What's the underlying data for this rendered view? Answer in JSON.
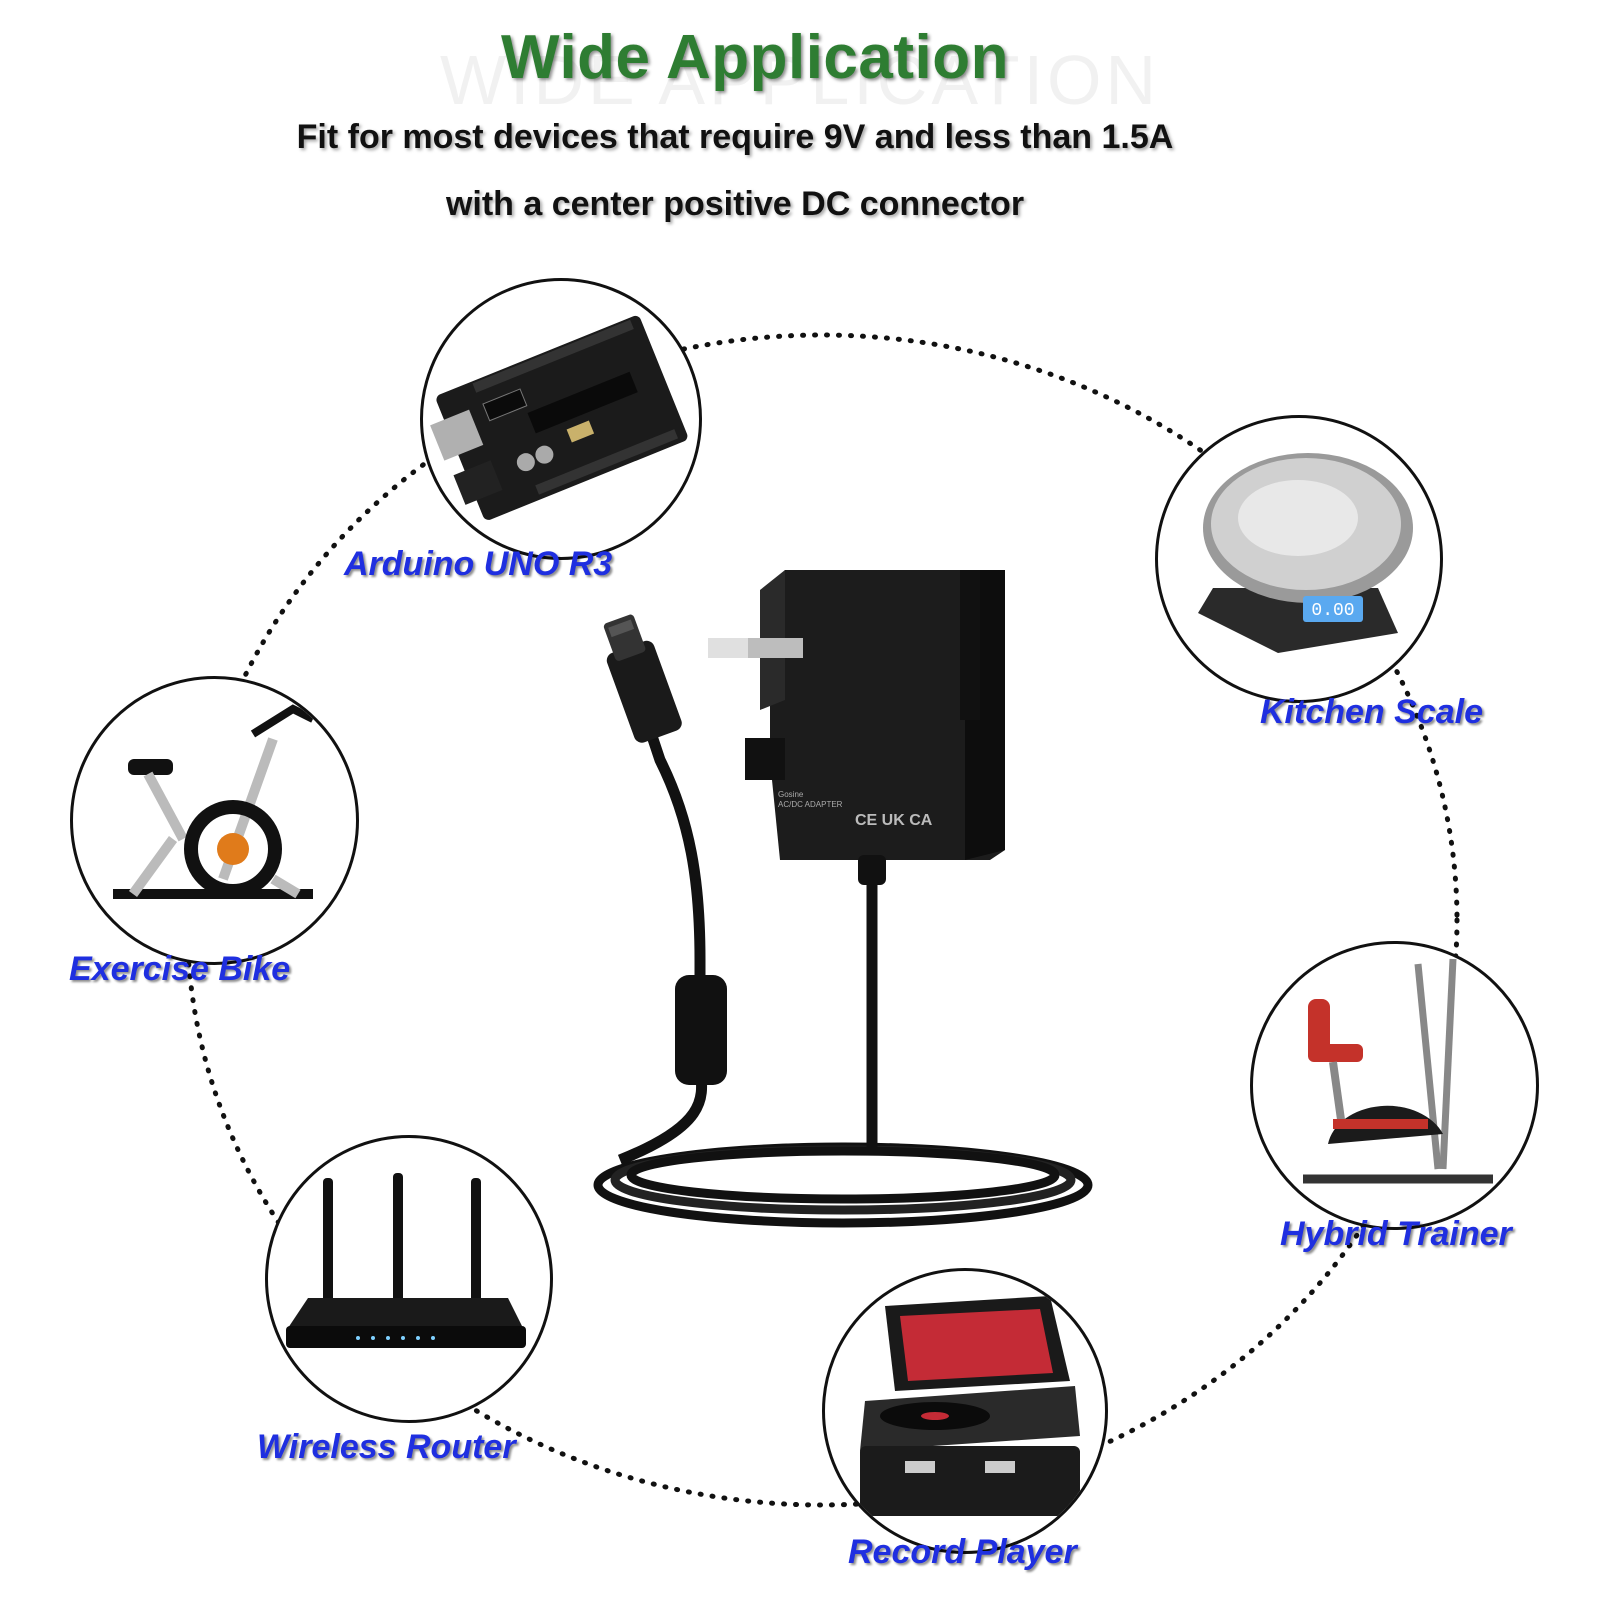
{
  "header": {
    "title": "Wide Application",
    "ghost_title": "WIDE APPLICATION",
    "line1": "Fit for most devices that require 9V and less than 1.5A",
    "line2": "with a center positive DC connector"
  },
  "devices": [
    {
      "label": "Arduino UNO R3",
      "icon": "arduino-board-icon"
    },
    {
      "label": "Kitchen Scale",
      "icon": "kitchen-scale-icon"
    },
    {
      "label": "Exercise Bike",
      "icon": "exercise-bike-icon"
    },
    {
      "label": "Hybrid Trainer",
      "icon": "hybrid-trainer-icon"
    },
    {
      "label": "Wireless Router",
      "icon": "wireless-router-icon"
    },
    {
      "label": "Record Player",
      "icon": "record-player-icon"
    }
  ],
  "adapter_label": {
    "brand": "Gosine",
    "type": "AC/DC ADAPTER",
    "marks": "CE UK CA"
  },
  "product": {
    "name": "ac-dc-power-adapter",
    "icon": "power-adapter-icon"
  },
  "colors": {
    "title": "#2e7d32",
    "label": "#1f2fe0",
    "text": "#111111"
  }
}
